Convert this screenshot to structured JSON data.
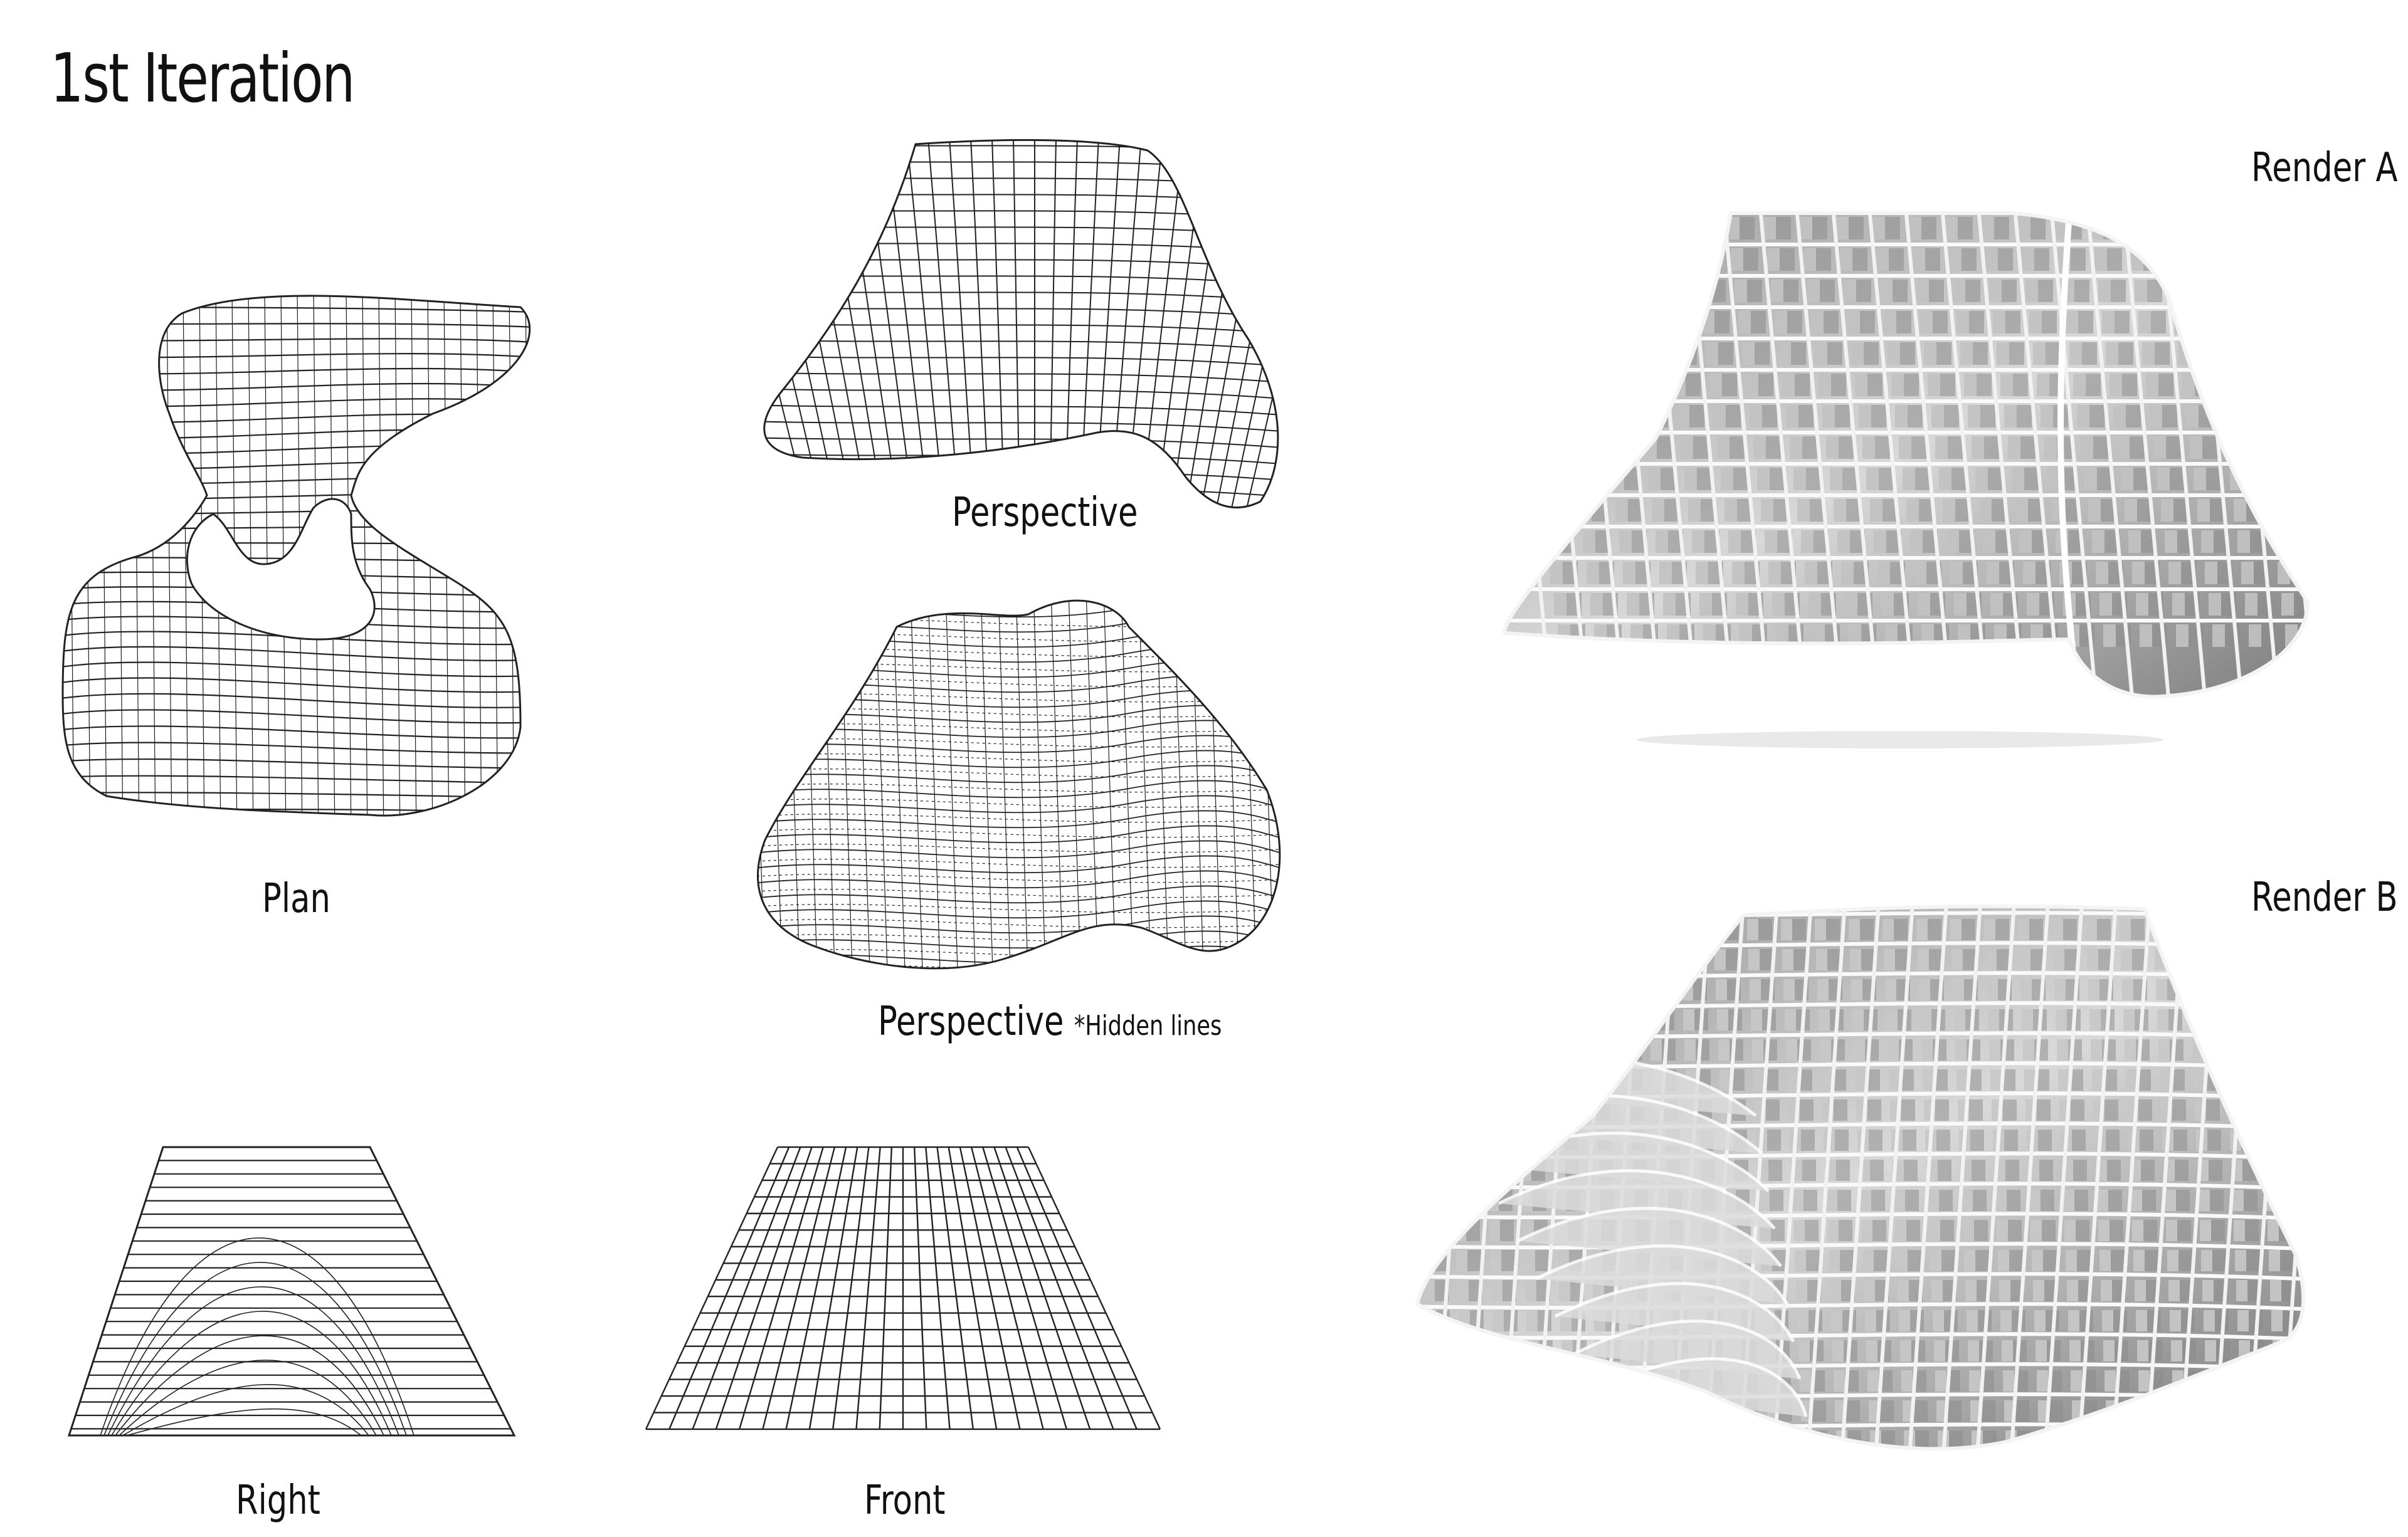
{
  "title": "1st Iteration",
  "views": {
    "plan": "Plan",
    "perspective": "Perspective",
    "perspective_hidden": "Perspective",
    "perspective_hidden_note": "*Hidden lines",
    "right": "Right",
    "front": "Front",
    "render_a": "Render A",
    "render_b": "Render B"
  },
  "colors": {
    "line": "#222222",
    "render_fill": "#e6e6e6",
    "render_shadow": "#8a8a8a",
    "render_edge": "#ffffff"
  }
}
